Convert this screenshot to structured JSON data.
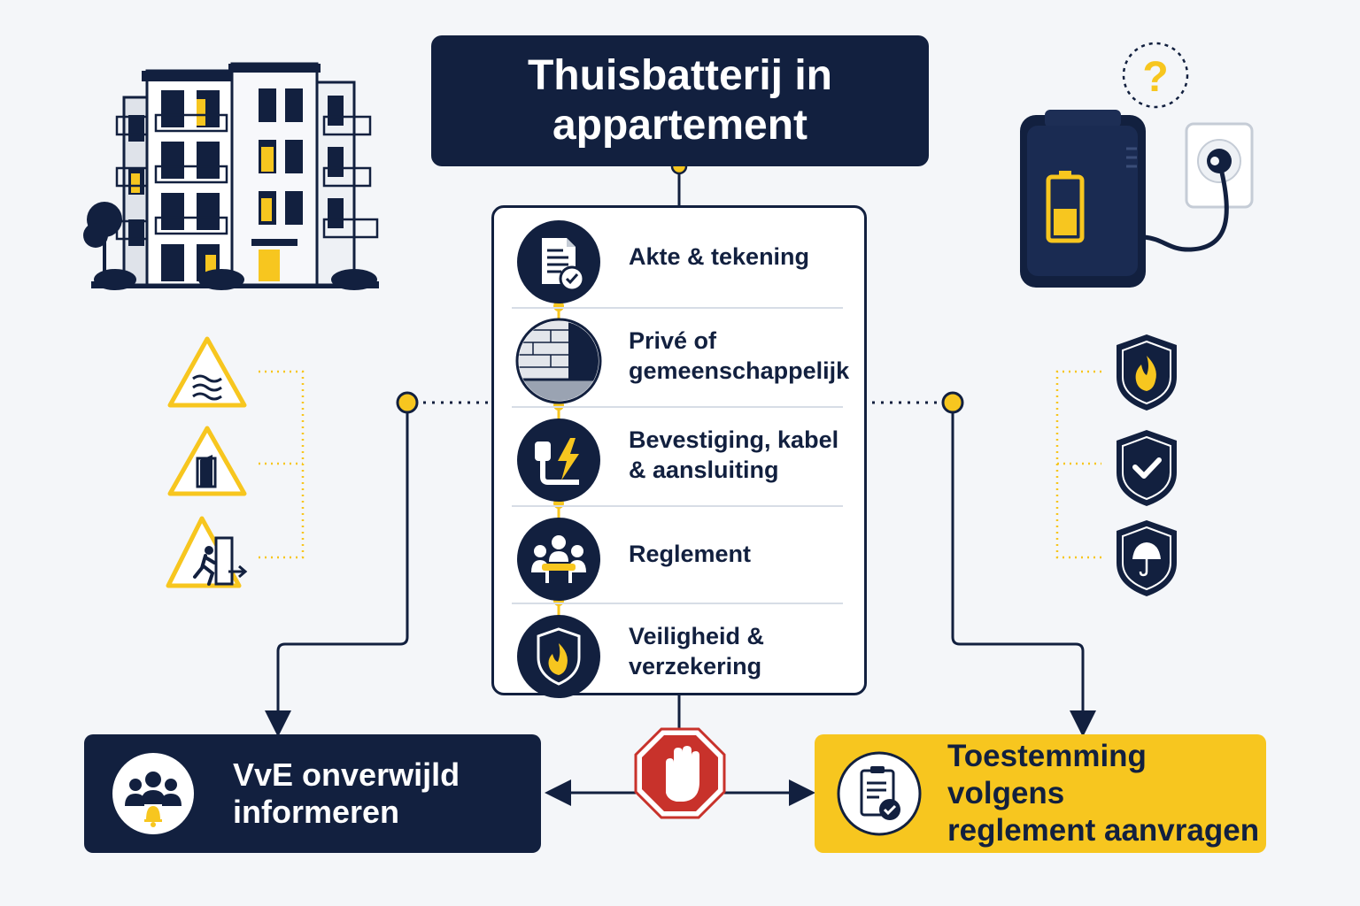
{
  "title": {
    "line1": "Thuisbatterij in",
    "line2": "appartement"
  },
  "checklist": [
    {
      "line1": "Akte & tekening",
      "line2": "",
      "icon": "document-check-icon"
    },
    {
      "line1": "Privé of",
      "line2": "gemeenschappelijk",
      "icon": "wall-floor-icon"
    },
    {
      "line1": "Bevestiging, kabel",
      "line2": "& aansluiting",
      "icon": "cable-lightning-icon"
    },
    {
      "line1": "Reglement",
      "line2": "",
      "icon": "meeting-table-icon"
    },
    {
      "line1": "Veiligheid &",
      "line2": "verzekering",
      "icon": "fire-shield-icon"
    }
  ],
  "actions": {
    "left": {
      "line1": "VvE onverwijld",
      "line2": "informeren",
      "icon": "group-bell-icon"
    },
    "right": {
      "line1": "Toestemming volgens",
      "line2": "reglement aanvragen",
      "icon": "clipboard-check-icon"
    }
  },
  "warnings": [
    "water-warning-icon",
    "door-warning-icon",
    "exit-warning-icon"
  ],
  "shields": [
    "fire-shield-icon",
    "check-shield-icon",
    "umbrella-shield-icon"
  ],
  "center_icon": "stop-hand-icon",
  "question_mark": "?",
  "colors": {
    "navy": "#12203f",
    "yellow": "#f7c61f",
    "stop_red": "#c8322b",
    "background": "#f4f6f9"
  }
}
